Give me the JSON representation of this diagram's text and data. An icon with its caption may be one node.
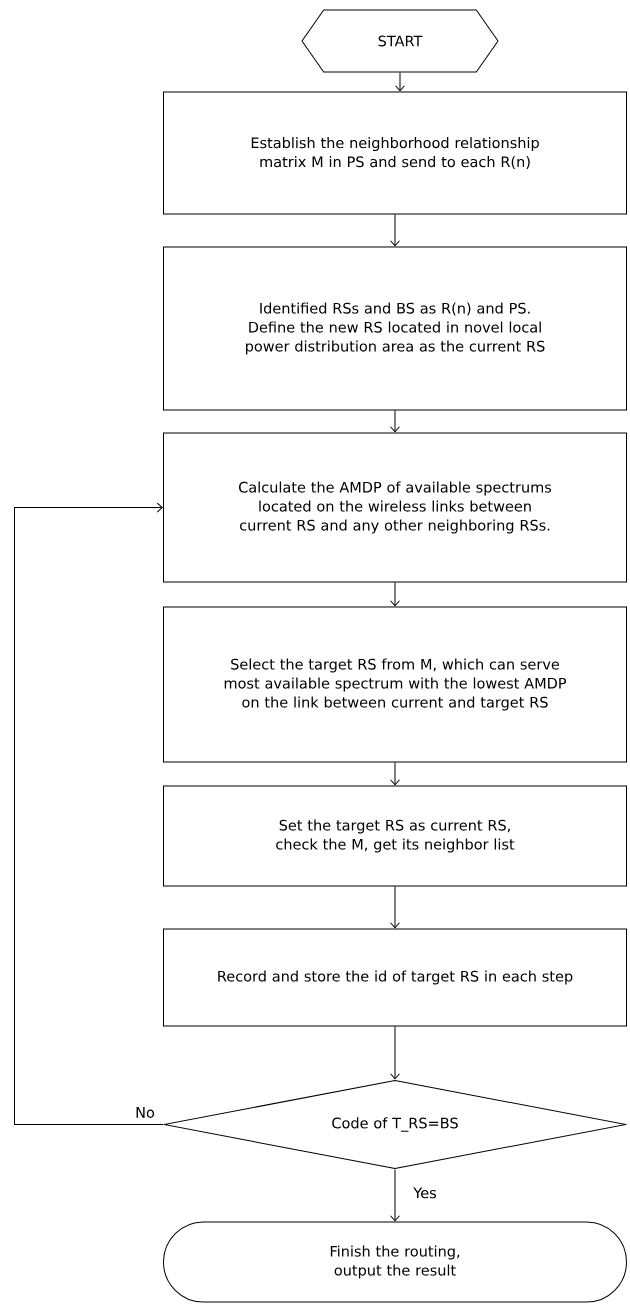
{
  "diagram": {
    "nodes": [
      {
        "text": [
          "START"
        ]
      },
      {
        "text": [
          "Establish the neighborhood relationship matrix M in PS and send to each R(n)"
        ]
      },
      {
        "text": [
          "Identified RSs and BS as R(n) and PS. Define the new RS located in novel local power distribution area as the current RS"
        ]
      },
      {
        "text": [
          "Calculate the AMDP of available spectrums located on the wireless links between current RS and any other neighboring RSs."
        ]
      },
      {
        "text": [
          "Select the target RS from M, which can serve most available spectrum with the lowest AMDP on the link between current and target RS"
        ]
      },
      {
        "text": [
          "Set the target RS as current RS, check the M, get its neighbor list"
        ]
      },
      {
        "text": [
          "Record and store the id of target RS in each step"
        ]
      },
      {
        "text": [
          "Code of T_RS=BS"
        ]
      },
      {
        "text": [
          "Finish the routing, output the result"
        ]
      }
    ],
    "edges": [
      {
        "from": 0,
        "to": 1,
        "arrow": "to"
      },
      {
        "from": 1,
        "to": 2,
        "arrow": "to"
      },
      {
        "from": 2,
        "to": 3,
        "arrow": "to"
      },
      {
        "from": 3,
        "to": 4,
        "arrow": "to"
      },
      {
        "from": 4,
        "to": 5,
        "arrow": "to"
      },
      {
        "from": 5,
        "to": 6,
        "arrow": "to"
      },
      {
        "from": 6,
        "to": 7,
        "arrow": "to"
      },
      {
        "from": 7,
        "to": 8,
        "arrow": "to",
        "label": "Yes"
      },
      {
        "from": 7,
        "to": 3,
        "arrow": "to",
        "label": "No"
      }
    ]
  }
}
